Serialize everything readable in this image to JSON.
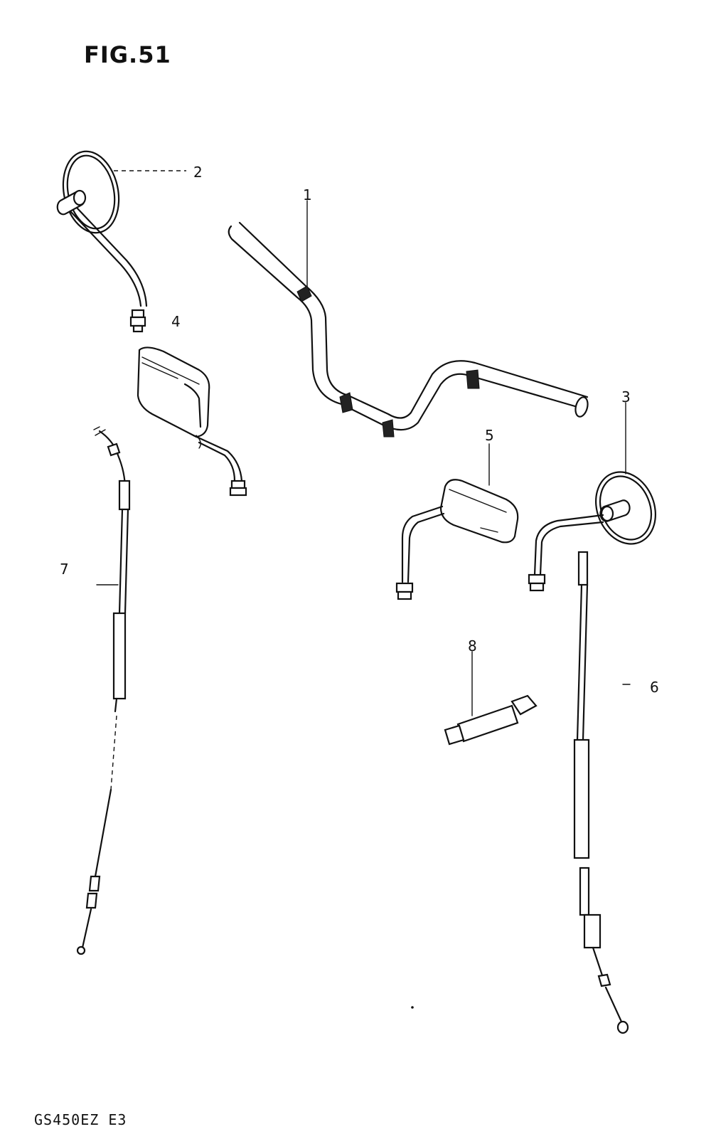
{
  "figure": {
    "title": "FIG.51",
    "model_code": "GS450EZ  E3"
  },
  "callouts": [
    {
      "number": "1",
      "part": "handlebar"
    },
    {
      "number": "2",
      "part": "mirror-round-left"
    },
    {
      "number": "3",
      "part": "mirror-round-right"
    },
    {
      "number": "4",
      "part": "mirror-rect-left"
    },
    {
      "number": "5",
      "part": "mirror-rect-right"
    },
    {
      "number": "6",
      "part": "cable-right"
    },
    {
      "number": "7",
      "part": "cable-left"
    },
    {
      "number": "8",
      "part": "small-tube"
    }
  ]
}
